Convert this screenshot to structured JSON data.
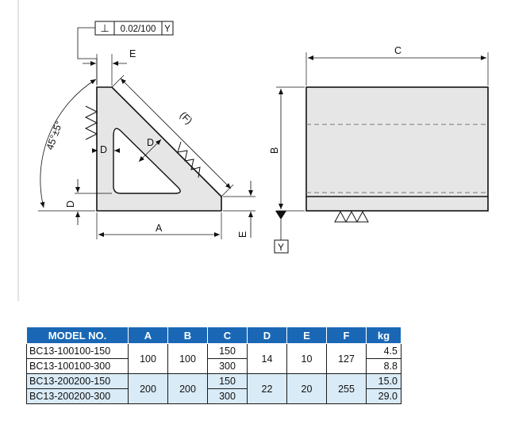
{
  "drawing": {
    "tolerance": {
      "symbol": "⊥",
      "value": "0.02/100",
      "datum": "Y"
    },
    "angle_label": "45°±5°",
    "labels": {
      "A": "A",
      "B": "B",
      "C": "C",
      "D": "D",
      "E": "E",
      "F": "(F)",
      "Y": "Y"
    }
  },
  "table": {
    "headers": [
      "MODEL NO.",
      "A",
      "B",
      "C",
      "D",
      "E",
      "F",
      "kg"
    ],
    "groups": [
      {
        "A": "100",
        "B": "100",
        "D": "14",
        "E": "10",
        "F": "127",
        "rows": [
          {
            "model": "BC13-100100-150",
            "C": "150",
            "kg": "4.5"
          },
          {
            "model": "BC13-100100-300",
            "C": "300",
            "kg": "8.8"
          }
        ]
      },
      {
        "A": "200",
        "B": "200",
        "D": "22",
        "E": "20",
        "F": "255",
        "rows": [
          {
            "model": "BC13-200200-150",
            "C": "150",
            "kg": "15.0"
          },
          {
            "model": "BC13-200200-300",
            "C": "300",
            "kg": "29.0"
          }
        ]
      }
    ]
  }
}
